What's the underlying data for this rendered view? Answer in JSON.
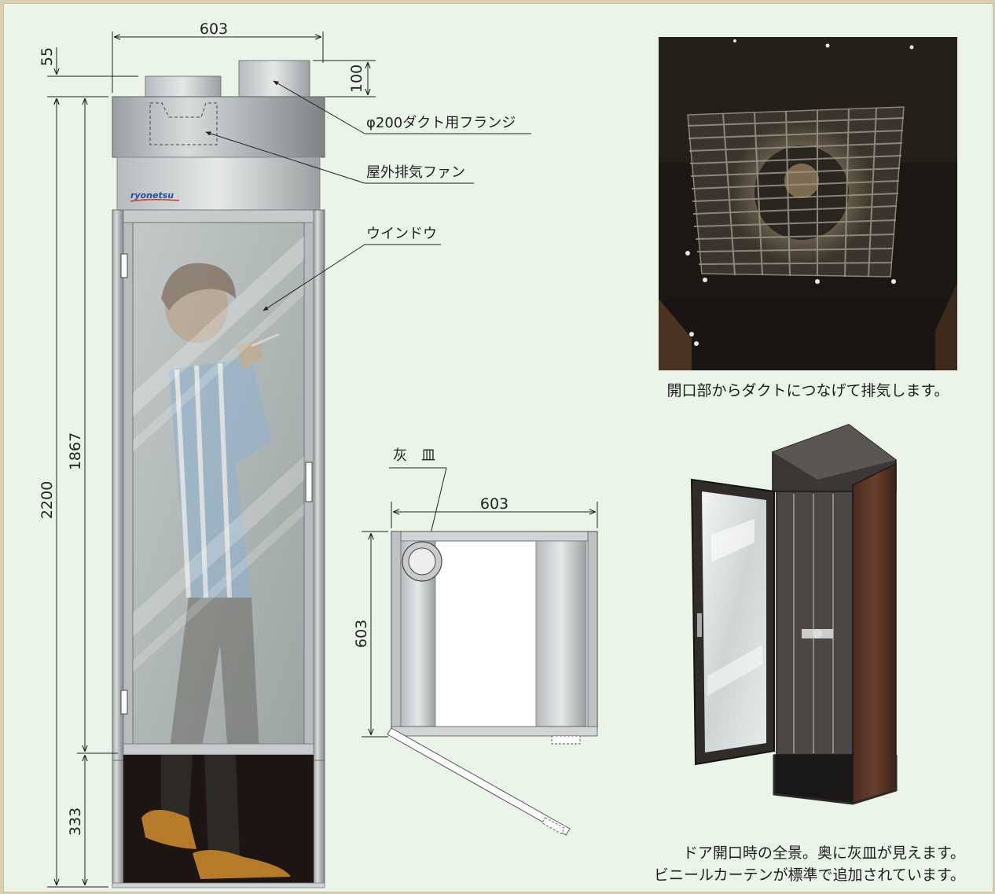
{
  "dimensions": {
    "booth_width": "603",
    "flange_offset": "55",
    "flange_height": "100",
    "total_height": "2200",
    "upper_height": "1867",
    "lower_height": "333",
    "plan_width": "603",
    "plan_depth": "603"
  },
  "callouts": {
    "duct_flange": "φ200ダクト用フランジ",
    "exhaust_fan": "屋外排気ファン",
    "window": "ウインドウ",
    "ashtray": "灰　皿"
  },
  "brand_logo": "ryonetsu",
  "captions": {
    "photo_top": "開口部からダクトにつなげて排気します。",
    "photo_bottom_line1": "ドア開口時の全景。奥に灰皿が見えます。",
    "photo_bottom_line2": "ビニールカーテンが標準で追加されています。"
  },
  "colors": {
    "background": "#eaf4e9",
    "frame_border": "#d6cfb3",
    "brand_blue": "#1f4fa0"
  }
}
